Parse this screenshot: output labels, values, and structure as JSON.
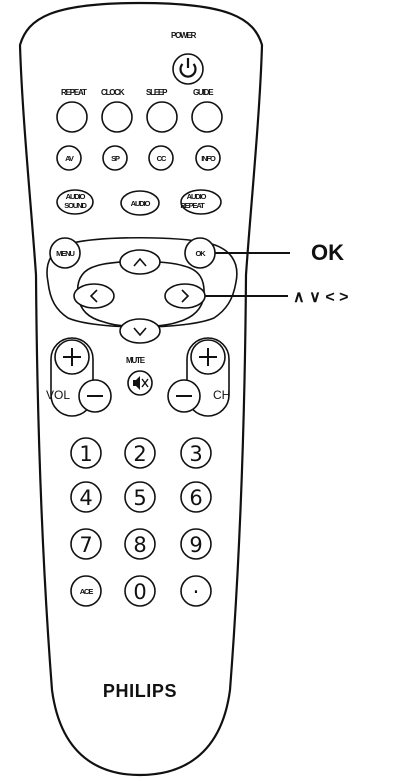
{
  "labels": {
    "power": "POWER",
    "repeat": "REPEAT",
    "clock": "CLOCK",
    "sleep": "SLEEP",
    "guide": "GUIDE",
    "av": "AV",
    "sp": "SP",
    "cc": "CC",
    "info": "INFO",
    "audio_sound": [
      "AUDIO",
      "SOUND"
    ],
    "audio": "AUDIO",
    "audio_repeat": [
      "AUDIO",
      "REPEAT"
    ],
    "menu": "MENU",
    "ok_small": "OK",
    "mute": "MUTE",
    "vol": "VOL",
    "ch": "CH",
    "numbers": [
      "1",
      "2",
      "3",
      "4",
      "5",
      "6",
      "7",
      "8",
      "9"
    ],
    "zero": "0",
    "dot": "·",
    "ace": "ACE",
    "brand": "PHILIPS"
  },
  "callouts": {
    "ok": "OK",
    "arrows": "∧ ∨ < >"
  },
  "icons": {
    "power": "power-icon",
    "mute": "mute-icon",
    "up": "chevron-up-icon",
    "down": "chevron-down-icon",
    "left": "chevron-left-icon",
    "right": "chevron-right-icon",
    "plus": "plus-icon",
    "minus": "minus-icon"
  }
}
